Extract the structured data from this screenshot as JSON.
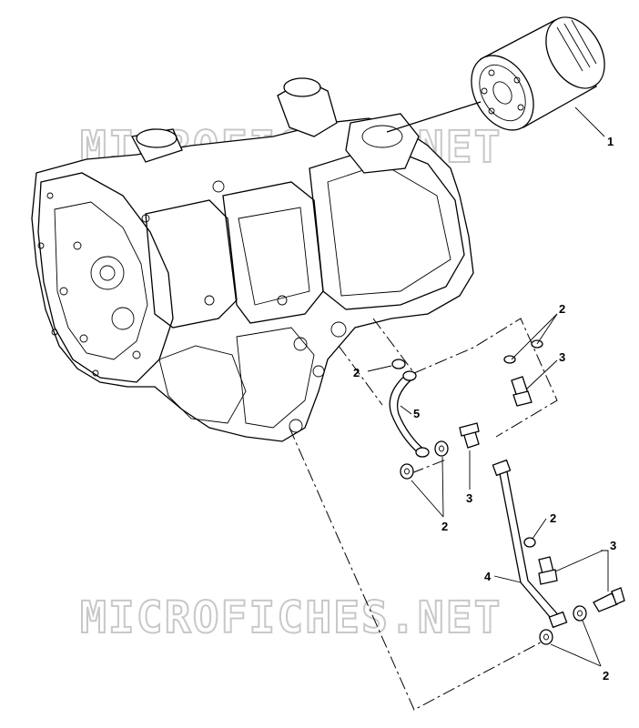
{
  "watermark": {
    "text": "MICROFICHES.NET"
  },
  "callouts": {
    "c1": "1",
    "c2_top_right": "2",
    "c3_top_right": "3",
    "c2_left": "2",
    "c5": "5",
    "c3_mid": "3",
    "c2_mid": "2",
    "c2_right": "2",
    "c3_right": "3",
    "c4": "4",
    "c2_bottom": "2"
  }
}
